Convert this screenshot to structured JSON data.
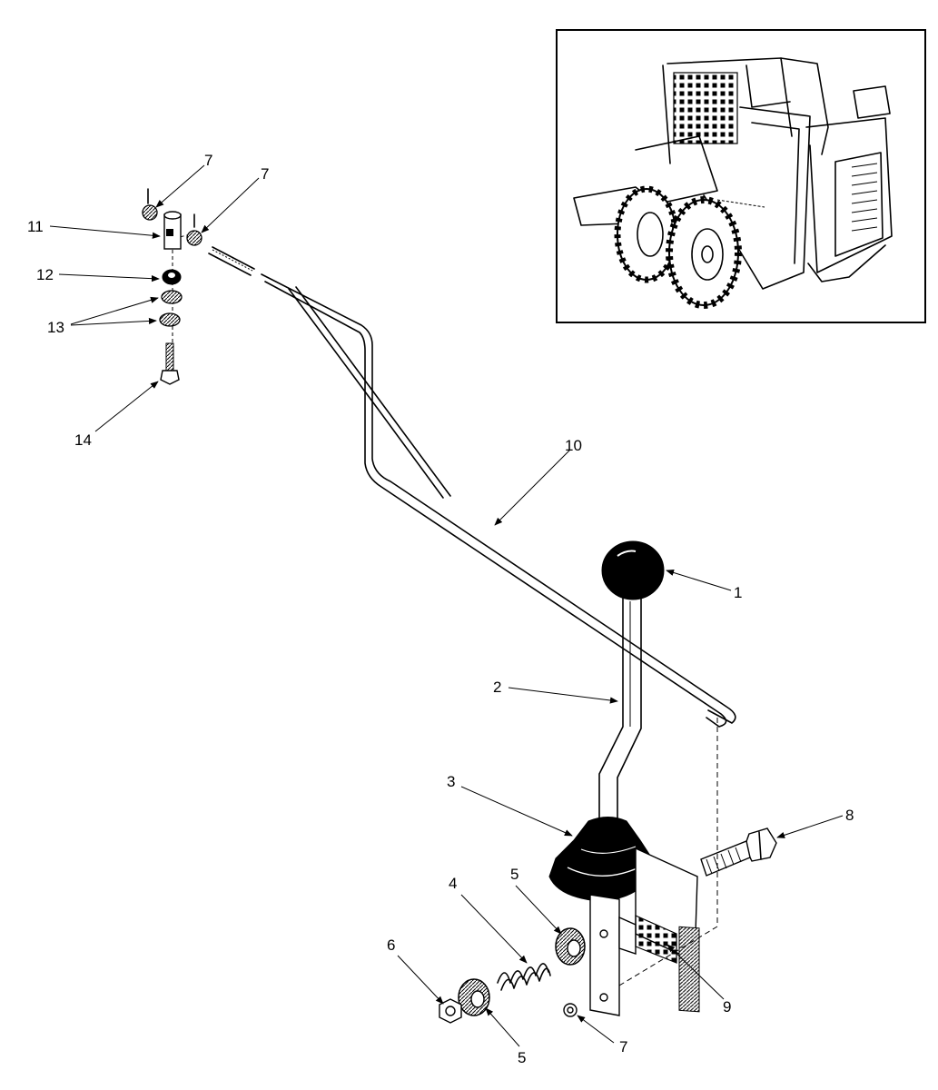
{
  "diagram": {
    "callouts": {
      "c1": "1",
      "c2": "2",
      "c3": "3",
      "c4": "4",
      "c5a": "5",
      "c5b": "5",
      "c6": "6",
      "c7a": "7",
      "c7b": "7",
      "c7c": "7",
      "c8": "8",
      "c9": "9",
      "c10": "10",
      "c11": "11",
      "c12": "12",
      "c13": "13",
      "c14": "14"
    }
  }
}
